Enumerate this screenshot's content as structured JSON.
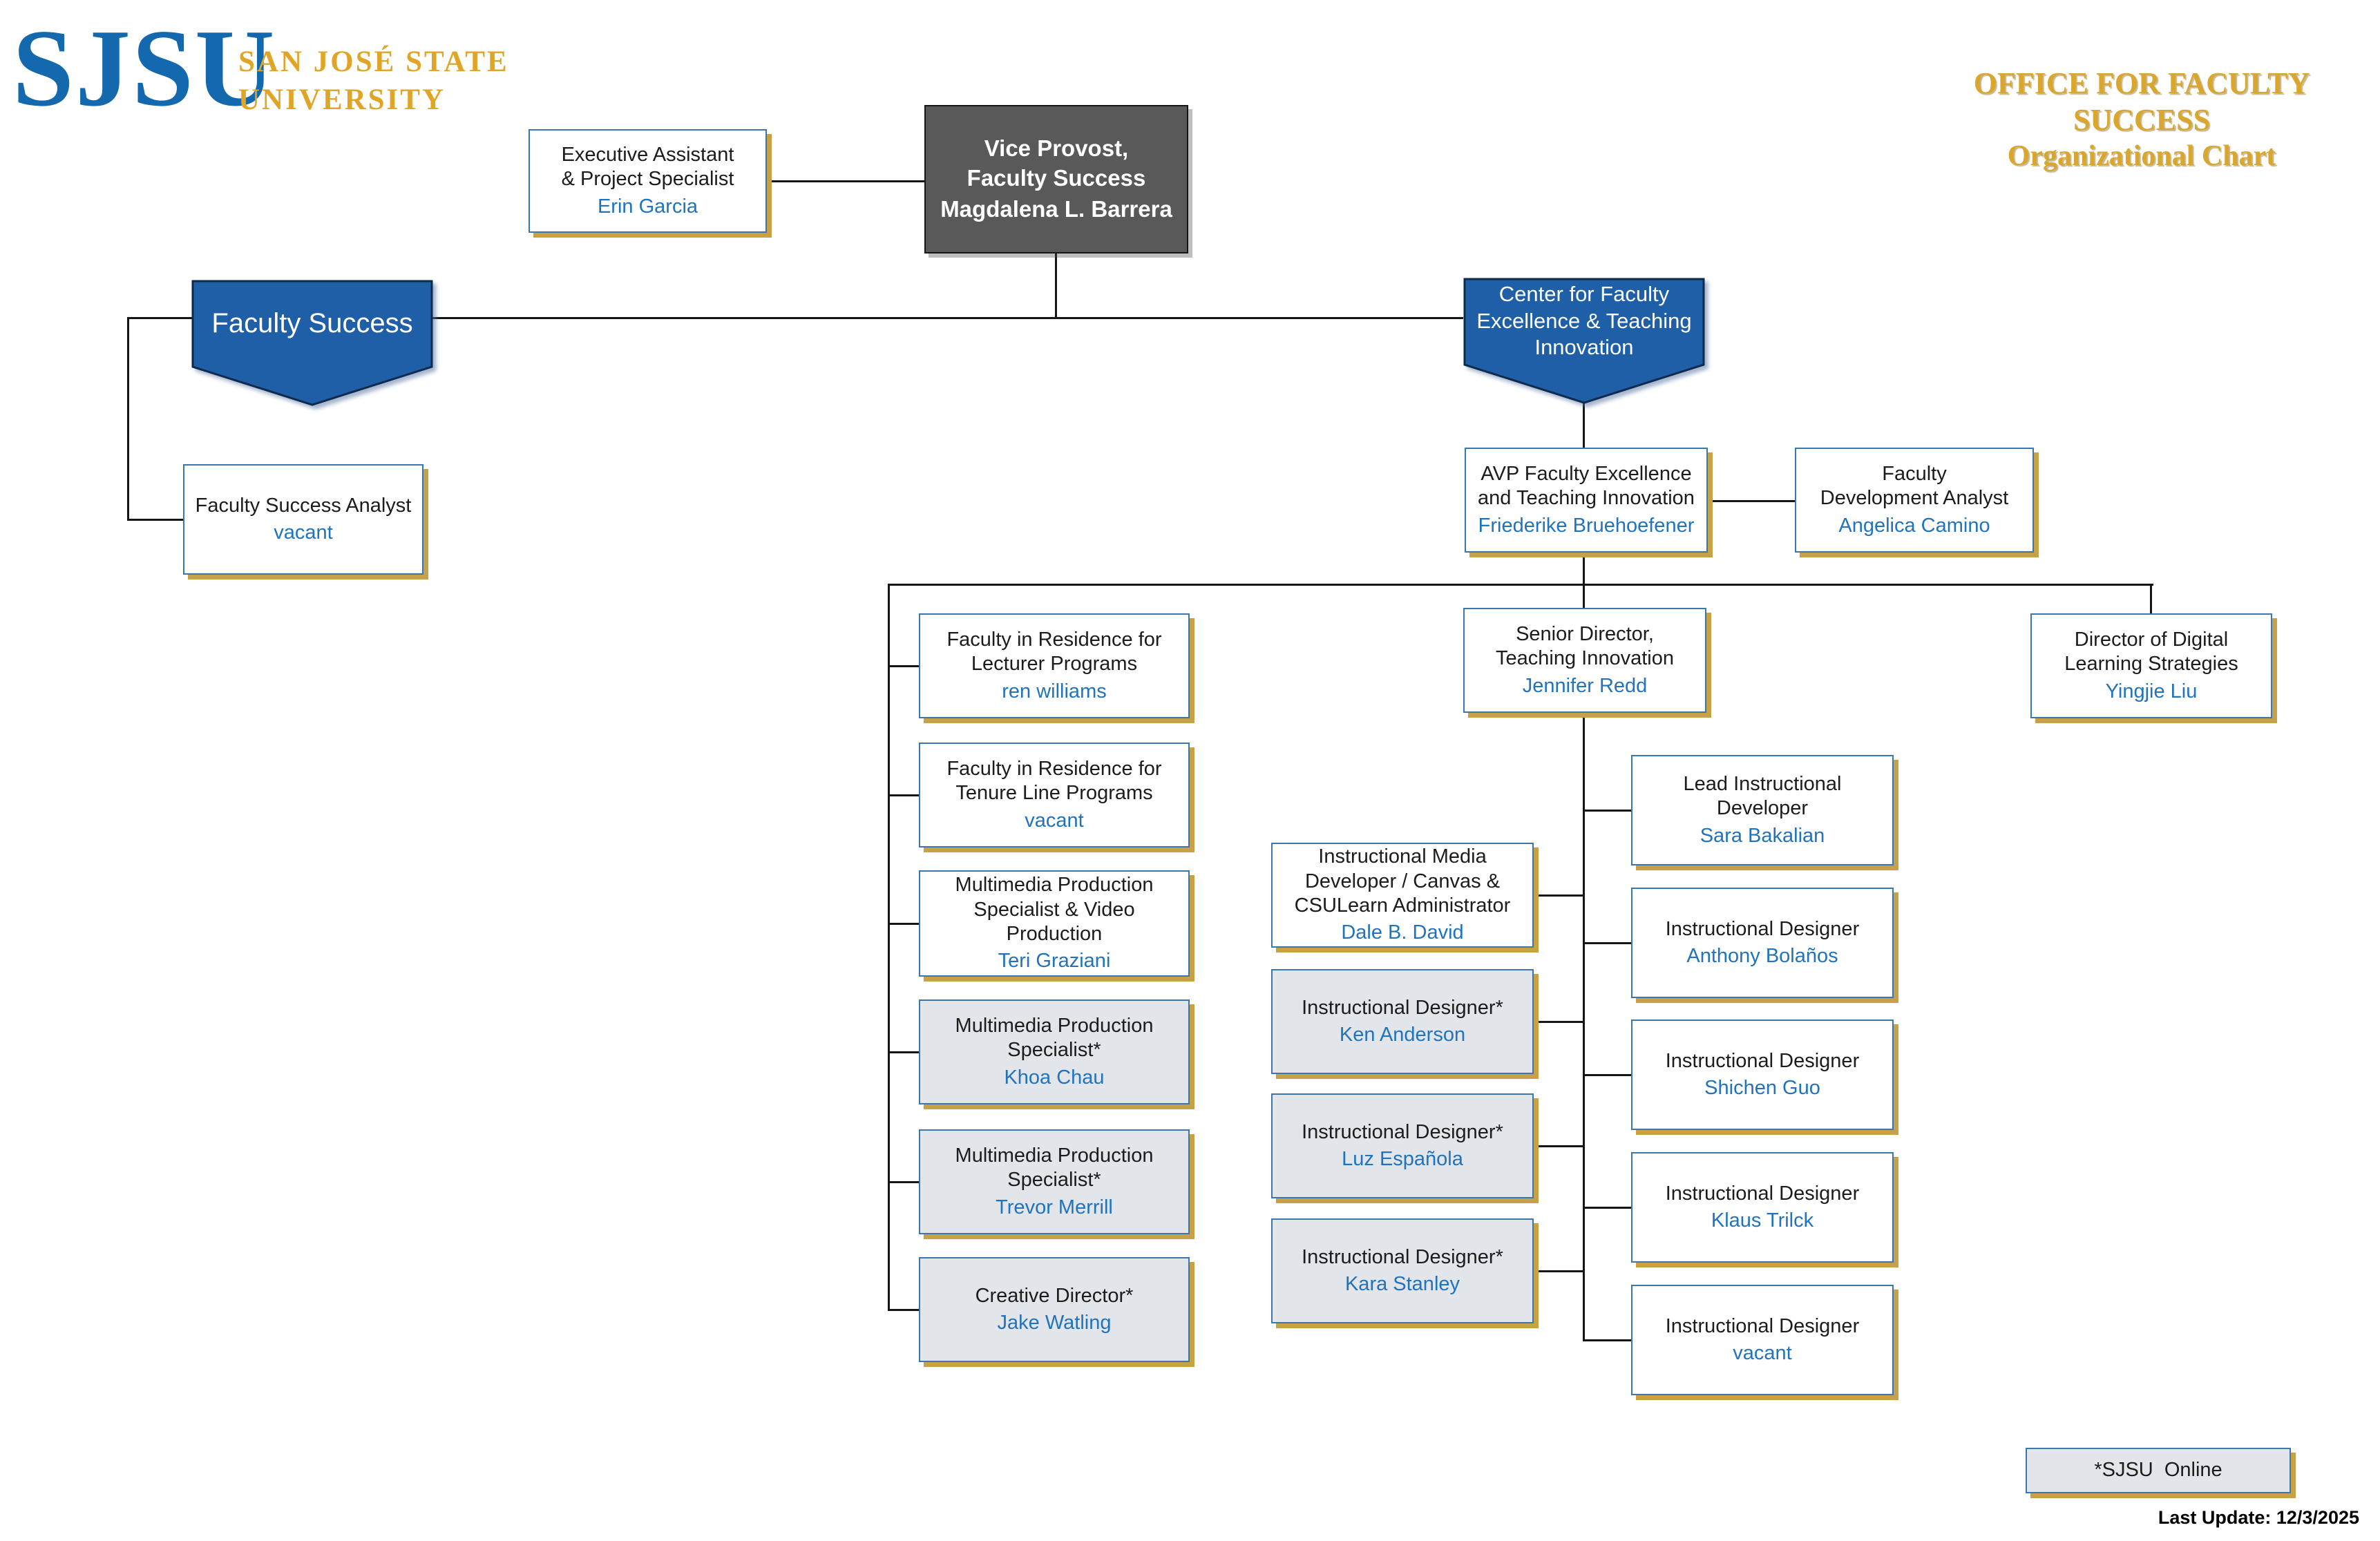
{
  "header": {
    "logo_acronym": "SJSU",
    "logo_line1": "SAN JOSÉ STATE",
    "logo_line2": "UNIVERSITY",
    "title_line1": "OFFICE FOR FACULTY SUCCESS",
    "title_line2": "Organizational Chart"
  },
  "pennants": {
    "faculty_success": "Faculty Success",
    "cfeti": "Center for Faculty\nExcellence & Teaching\nInnovation"
  },
  "nodes": {
    "exec_assistant": {
      "title": "Executive Assistant\n& Project Specialist",
      "person": "Erin Garcia"
    },
    "vice_provost": {
      "title": "Vice Provost,\nFaculty Success",
      "person": "Magdalena L. Barrera"
    },
    "faculty_success_analyst": {
      "title": "Faculty Success Analyst",
      "person": "vacant"
    },
    "avp_fe_ti": {
      "title": "AVP Faculty Excellence\nand Teaching Innovation",
      "person": "Friederike Bruehoefener"
    },
    "faculty_dev_analyst": {
      "title": "Faculty\nDevelopment Analyst",
      "person": "Angelica Camino"
    },
    "senior_director_ti": {
      "title": "Senior Director,\nTeaching Innovation",
      "person": "Jennifer Redd"
    },
    "director_dls": {
      "title": "Director of Digital\nLearning Strategies",
      "person": "Yingjie Liu"
    },
    "fir_lecturer": {
      "title": "Faculty in Residence for\nLecturer Programs",
      "person": "ren williams"
    },
    "fir_tenure": {
      "title": "Faculty in Residence for\nTenure Line Programs",
      "person": "vacant"
    },
    "mm_video": {
      "title": "Multimedia Production\nSpecialist & Video\nProduction",
      "person": "Teri Graziani"
    },
    "mm_khoa": {
      "title": "Multimedia Production\nSpecialist*",
      "person": "Khoa Chau"
    },
    "mm_trevor": {
      "title": "Multimedia Production\nSpecialist*",
      "person": "Trevor Merrill"
    },
    "creative_director": {
      "title": "Creative Director*",
      "person": "Jake Watling"
    },
    "imd_canvas": {
      "title": "Instructional Media\nDeveloper / Canvas &\nCSULearn Administrator",
      "person": "Dale B. David"
    },
    "id_ken": {
      "title": "Instructional Designer*",
      "person": "Ken Anderson"
    },
    "id_luz": {
      "title": "Instructional Designer*",
      "person": "Luz Española"
    },
    "id_kara": {
      "title": "Instructional Designer*",
      "person": "Kara Stanley"
    },
    "lead_dev": {
      "title": "Lead Instructional\nDeveloper",
      "person": "Sara Bakalian"
    },
    "id_anthony": {
      "title": "Instructional Designer",
      "person": "Anthony Bolaños"
    },
    "id_shichen": {
      "title": "Instructional Designer",
      "person": "Shichen Guo"
    },
    "id_klaus": {
      "title": "Instructional Designer",
      "person": "Klaus Trilck"
    },
    "id_vacant": {
      "title": "Instructional Designer",
      "person": "vacant"
    },
    "sjsu_online": {
      "title": "*SJSU  Online"
    }
  },
  "footer": {
    "last_update": "Last Update: 12/3/2025"
  },
  "colors": {
    "pennant_blue": "#1E5FA8",
    "pennant_border": "#0E2A4D",
    "box_border_blue": "#3B76AD",
    "box_shadow_gold": "#C6A145",
    "gray_box_fill": "#E2E5E9",
    "dark_box_fill": "#595959",
    "person_name_blue": "#2173BE",
    "logo_blue": "#1368AE",
    "logo_gold": "#E0A526",
    "title_gold": "#D9A62E",
    "connector_line": "#151515"
  }
}
